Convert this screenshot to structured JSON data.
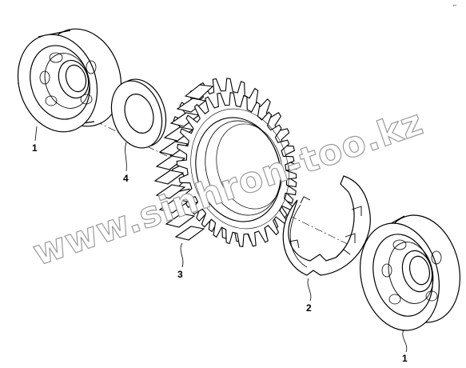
{
  "corner_mark": "⌐",
  "watermark": "www.sinhron-too.kz",
  "callouts": [
    {
      "part": "bearing-top-left",
      "label": "1"
    },
    {
      "part": "thrust-washer",
      "label": "4"
    },
    {
      "part": "helical-gear",
      "label": "3"
    },
    {
      "part": "lock-ring",
      "label": "2"
    },
    {
      "part": "bearing-bottom-right",
      "label": "1"
    }
  ],
  "colors": {
    "line": "#000000",
    "watermark_outline": "#9a9a9a",
    "background": "#ffffff"
  }
}
